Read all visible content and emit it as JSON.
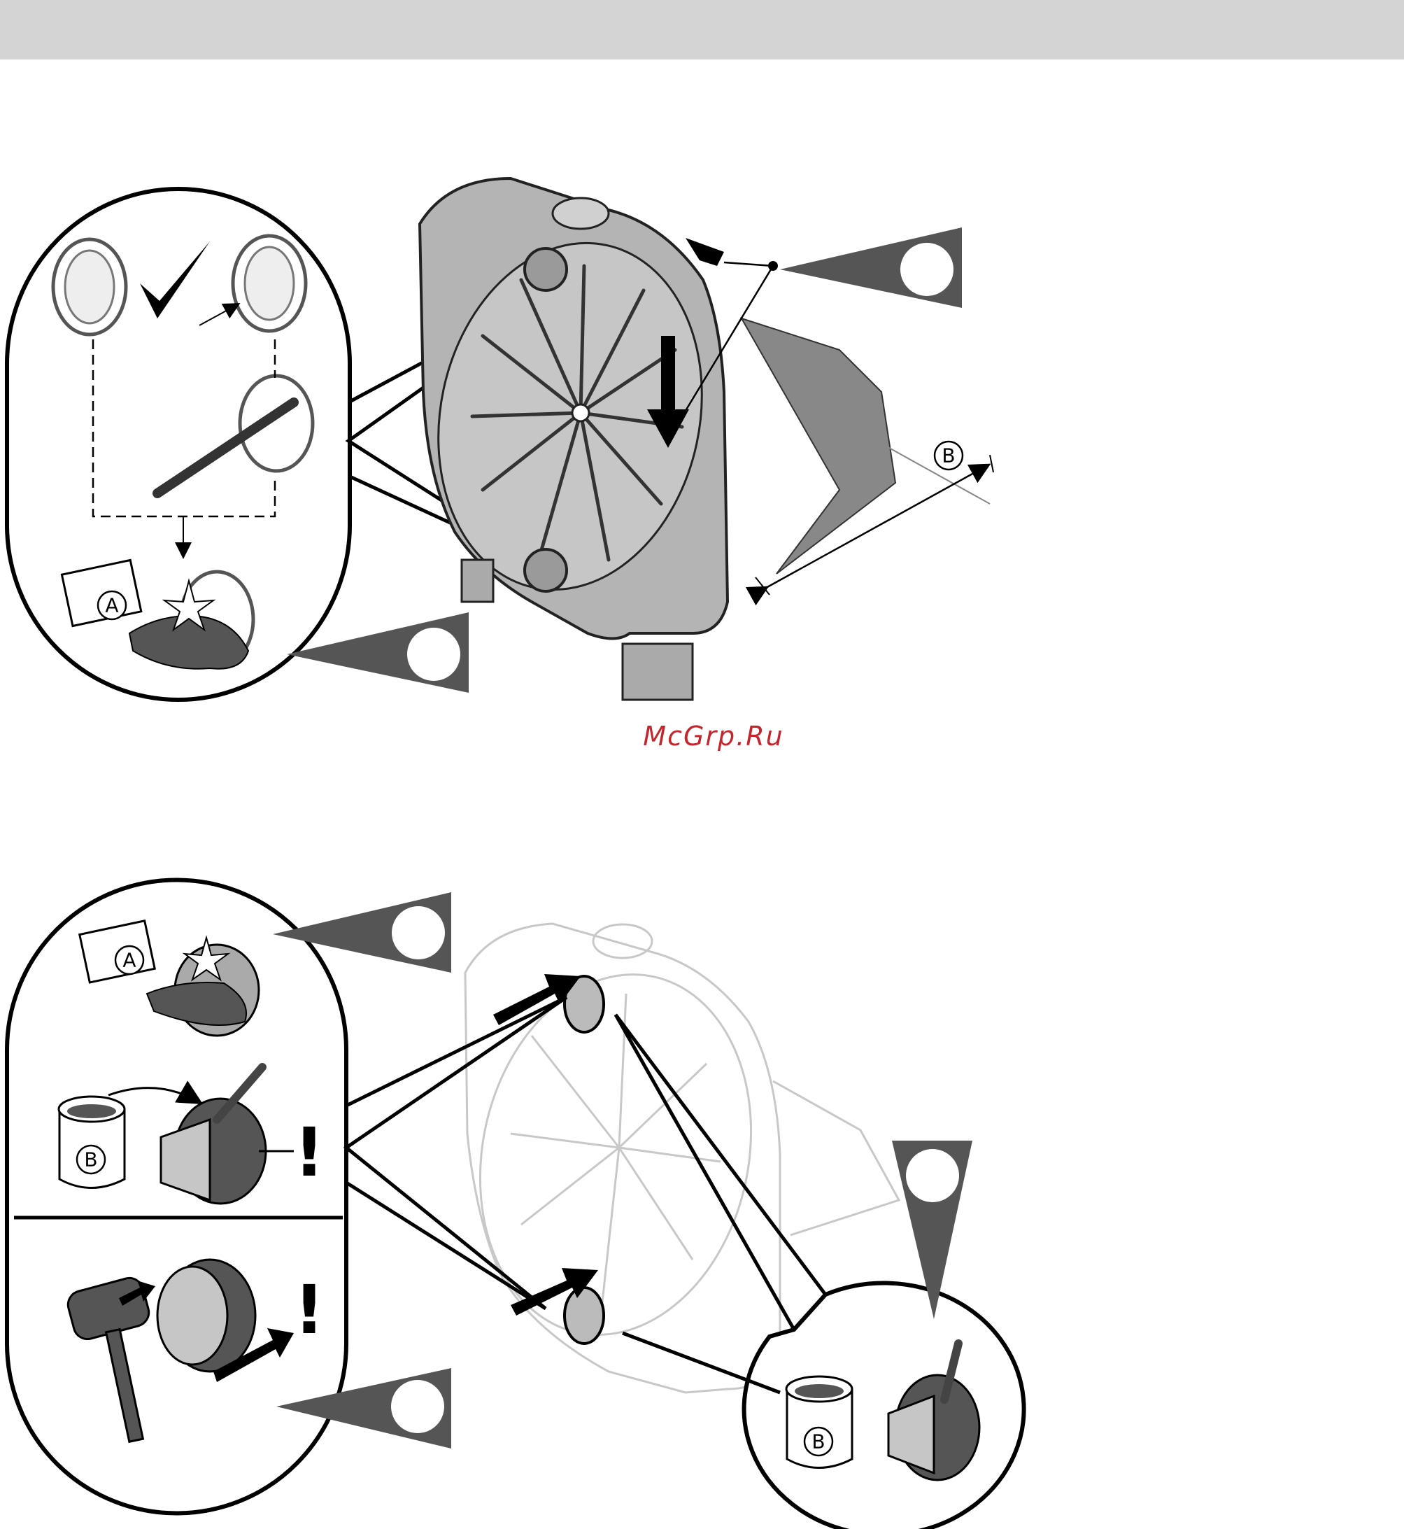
{
  "watermark": "McGrp.Ru",
  "diagram_top": {
    "label_cleaning_agent": "A",
    "label_dimension": "B"
  },
  "diagram_bottom": {
    "label_cleaning_agent": "A",
    "label_lubricant_left": "B",
    "label_lubricant_right": "B",
    "warning_mark_1": "!",
    "warning_mark_2": "!"
  },
  "colors": {
    "header_bar": "#d4d4d4",
    "watermark": "#c4262e",
    "callout_fill": "#555555",
    "part_fill": "#b0b0b0",
    "ghost_outline": "#c8c8c8"
  },
  "icons": [
    "check-mark-icon",
    "file-tool-icon",
    "star-sparkle-icon",
    "hammer-icon",
    "paint-brush-icon",
    "lubricant-tin-icon",
    "cleaning-cloth-icon"
  ]
}
